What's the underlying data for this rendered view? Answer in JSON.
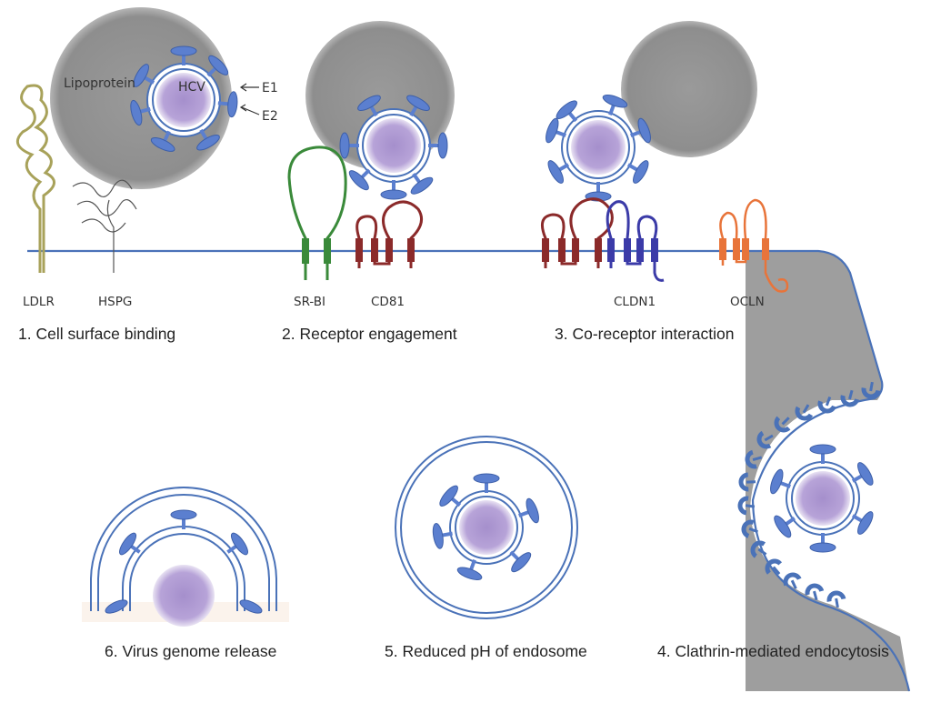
{
  "labels": {
    "lipoprotein": "Lipoprotein",
    "hcv": "HCV",
    "e1": "E1",
    "e2": "E2",
    "ldlr": "LDLR",
    "hspg": "HSPG",
    "srbi": "SR-BI",
    "cd81": "CD81",
    "cldn1": "CLDN1",
    "ocln": "OCLN"
  },
  "steps": {
    "s1": "1. Cell surface binding",
    "s2": "2. Receptor engagement",
    "s3": "3. Co-receptor interaction",
    "s4": "4. Clathrin-mediated endocytosis",
    "s5": "5. Reduced pH of endosome",
    "s6": "6. Virus genome release"
  },
  "colors": {
    "membrane": "#4a72b8",
    "lipoprotein": "#8c8c8c",
    "virus_core": "#a58fcc",
    "glycoprotein": "#5b7fcf",
    "ldlr": "#a8a25a",
    "hspg": "#555555",
    "srbi": "#3a8a3a",
    "cd81": "#8b2a2a",
    "cldn1": "#3b3ba8",
    "ocln": "#e8743a",
    "cytoplasm": "#9a9a9a"
  }
}
